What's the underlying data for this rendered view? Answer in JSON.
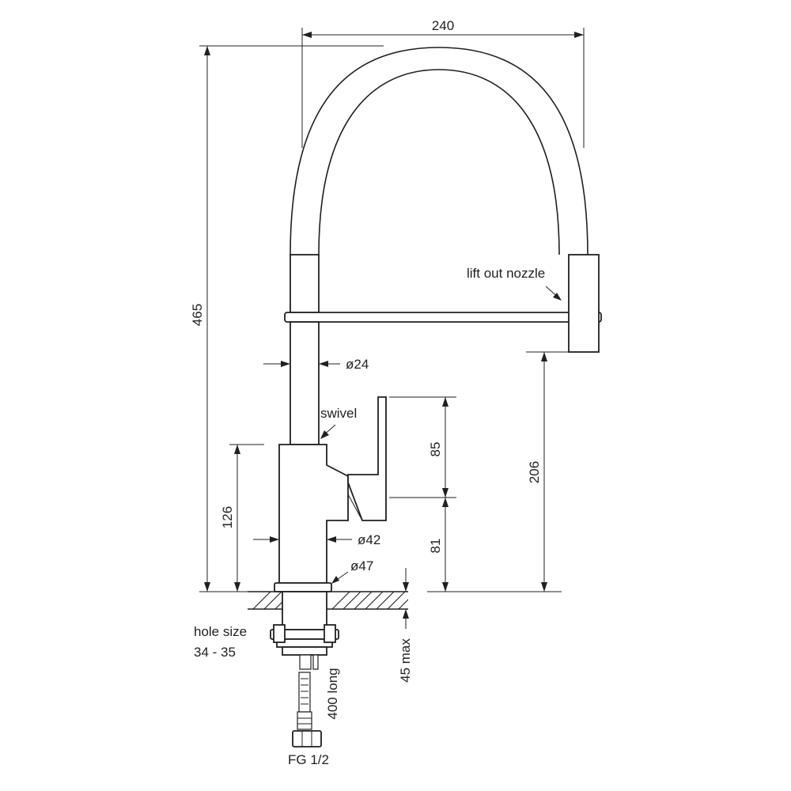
{
  "dimensions": {
    "spout_reach": "240",
    "overall_height": "465",
    "spout_diameter": "ø24",
    "clearance_height": "206",
    "lever_height": "85",
    "lever_base_height": "81",
    "body_height": "126",
    "body_diameter": "ø42",
    "base_diameter": "ø47",
    "bench_thickness": "45 max",
    "hose_length": "400 long"
  },
  "labels": {
    "nozzle": "lift out nozzle",
    "swivel": "swivel",
    "hole_size_title": "hole size",
    "hole_size_value": "34 - 35",
    "connection": "FG 1/2"
  }
}
